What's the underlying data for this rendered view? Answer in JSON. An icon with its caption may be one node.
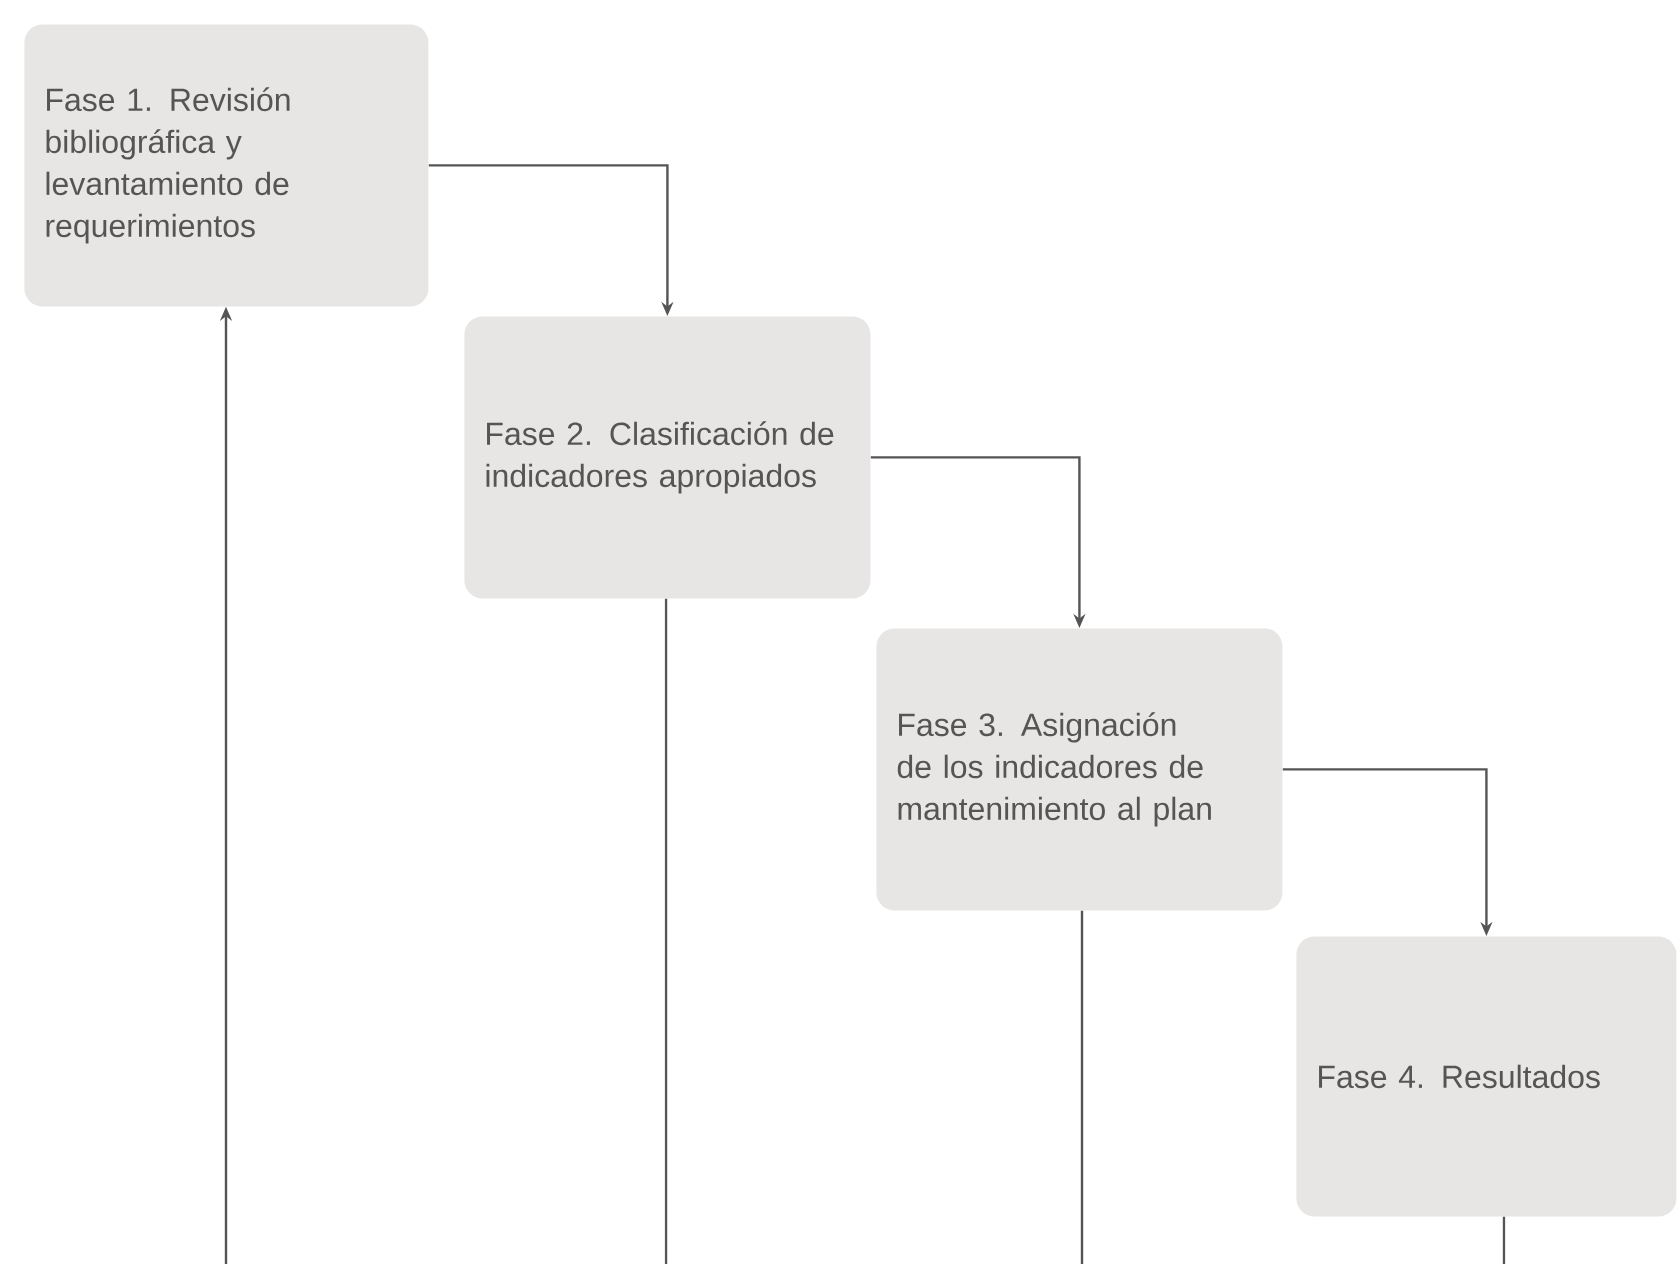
{
  "diagram": {
    "nodes": [
      {
        "text": [
          "Fase 1. Revisión bibliográfica y levantamiento de requerimientos"
        ]
      },
      {
        "text": [
          "Fase 2. Clasificación de indicadores apropiados"
        ]
      },
      {
        "text": [
          "Fase 3. Asignación de los indicadores de mantenimiento al plan"
        ]
      },
      {
        "text": [
          "Fase 4. Resultados"
        ]
      }
    ],
    "edges": [
      {
        "from": 0,
        "to": 1,
        "arrow": "to"
      },
      {
        "from": 1,
        "to": 2,
        "arrow": "to"
      },
      {
        "from": 2,
        "to": 3,
        "arrow": "to"
      },
      {
        "from": null,
        "to": 0,
        "arrow": "to"
      },
      {
        "from": 1,
        "to": null,
        "arrow": "none"
      },
      {
        "from": 2,
        "to": null,
        "arrow": "none"
      },
      {
        "from": 3,
        "to": null,
        "arrow": "none"
      }
    ]
  }
}
